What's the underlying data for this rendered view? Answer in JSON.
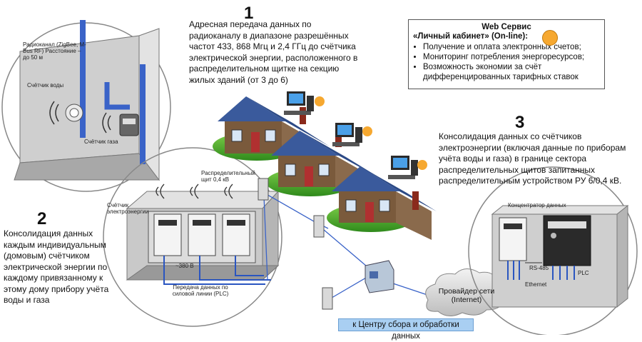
{
  "step1": {
    "number": "1",
    "text": "Адресная передача данных по радиоканалу в диапазоне разрешённых частот 433, 868 Мгц и 2,4 ГГц до счётчика электрической энергии, расположенного в распределительном щитке на секцию жилых зданий (от 3 до 6)"
  },
  "step2": {
    "number": "2",
    "text": "Консолидация данных каждым индивидуальным (домовым) счётчиком электрической энергии по каждому привязанному к этому дому прибору учёта воды и газа"
  },
  "step3": {
    "number": "3",
    "text": "Консолидация данных со счётчиков электроэнергии (включая данные по приборам учёта воды и газа) в границе сектора распределительных щитов запитанных распределительным устройством РУ 6/0,4 кВ."
  },
  "web_service": {
    "title": "Web Сервис",
    "subtitle": "«Личный кабинет» (On-line):",
    "items": [
      "Получение и оплата электронных счетов;",
      "Мониторинг потребления энергоресурсов;",
      "Возможность экономии за счёт дифференцированных тарифных ставок"
    ]
  },
  "room1": {
    "radio_label": "Радиоканал (ZigBee, M-Bus RF) Расстояние – до 50 м",
    "water_meter": "Счётчик воды",
    "gas_meter": "Счётчик газа"
  },
  "room2": {
    "meters_label": "Счётчик электроэнергии",
    "voltage": "~380 В",
    "plc_label": "Передача данных по силовой линии (PLC)"
  },
  "room3": {
    "concentrator": "Концентратор данных",
    "rs485": "RS-485",
    "plc": "PLC",
    "ethernet": "Ethernet"
  },
  "distribution_box": "Распределительный щит 0,4 кВ",
  "provider": "Провайдер сети (Internet)",
  "center": "к Центру сбора и обработки данных",
  "colors": {
    "pipe_blue": "#3a63c8",
    "lawn_green": "#4caa2c",
    "roof_blue": "#3a5a9c",
    "wall_brown": "#8a6a4c",
    "bar_blue": "#a9cff2"
  }
}
